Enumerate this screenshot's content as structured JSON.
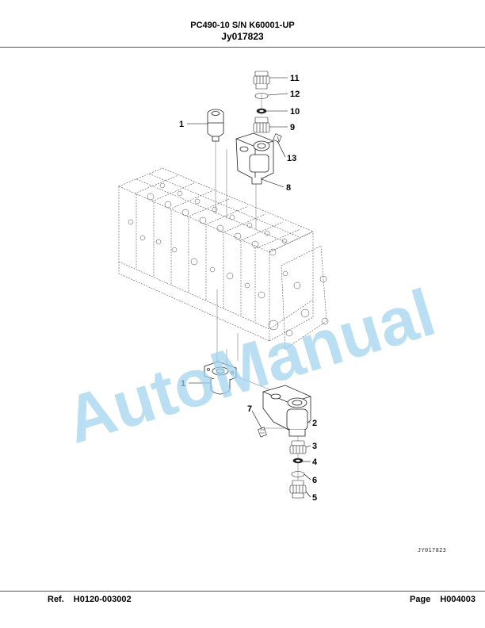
{
  "header": {
    "model": "PC490-10 S/N K60001-UP",
    "code": "Jy017823"
  },
  "drawing_id": "JY017823",
  "callouts": {
    "c1a": "1",
    "c11": "11",
    "c12": "12",
    "c10": "10",
    "c9": "9",
    "c13": "13",
    "c8": "8",
    "c1b": "1",
    "c7": "7",
    "c2": "2",
    "c3": "3",
    "c4": "4",
    "c6": "6",
    "c5": "5"
  },
  "watermark": {
    "text": "AutoManual",
    "color": "#9fd3ee"
  },
  "footer": {
    "ref_label": "Ref.",
    "ref_value": "H0120-003002",
    "page_label": "Page",
    "page_value": "H004003"
  }
}
